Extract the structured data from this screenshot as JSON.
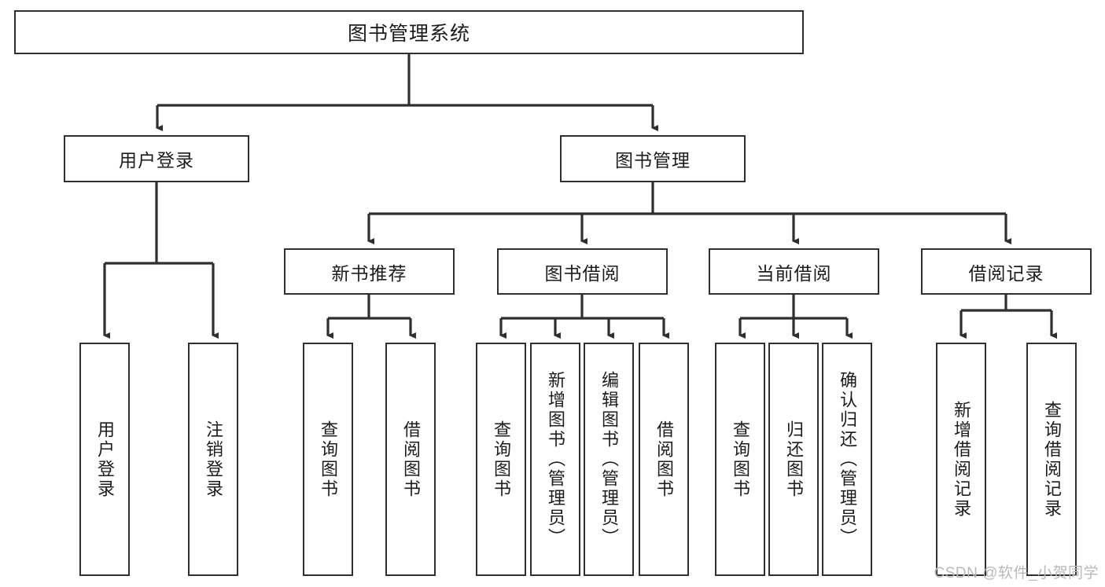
{
  "diagram": {
    "title": "图书管理系统",
    "type": "hierarchy-tree",
    "colors": {
      "stroke": "#2f2f2f",
      "fill": "#ffffff",
      "text": "#1c1c1c",
      "watermark": "#b9b9b9"
    },
    "root": {
      "label": "图书管理系统"
    },
    "level2": [
      {
        "id": "user-login",
        "label": "用户登录"
      },
      {
        "id": "book-management",
        "label": "图书管理"
      }
    ],
    "level3": [
      {
        "id": "new-book-recommend",
        "label": "新书推荐"
      },
      {
        "id": "book-borrow",
        "label": "图书借阅"
      },
      {
        "id": "current-borrow",
        "label": "当前借阅"
      },
      {
        "id": "borrow-record",
        "label": "借阅记录"
      }
    ],
    "leaves": {
      "user-login": [
        {
          "id": "leaf-user-login",
          "label": "用户登录"
        },
        {
          "id": "leaf-logout",
          "label": "注销登录"
        }
      ],
      "new-book-recommend": [
        {
          "id": "leaf-query-book-1",
          "label": "查询图书"
        },
        {
          "id": "leaf-borrow-book-1",
          "label": "借阅图书"
        }
      ],
      "book-borrow": [
        {
          "id": "leaf-query-book-2",
          "label": "查询图书"
        },
        {
          "id": "leaf-add-book",
          "label": "新增图书（管理员）"
        },
        {
          "id": "leaf-edit-book",
          "label": "编辑图书（管理员）"
        },
        {
          "id": "leaf-borrow-book-2",
          "label": "借阅图书"
        }
      ],
      "current-borrow": [
        {
          "id": "leaf-query-book-3",
          "label": "查询图书"
        },
        {
          "id": "leaf-return-book",
          "label": "归还图书"
        },
        {
          "id": "leaf-confirm-return",
          "label": "确认归还（管理员）"
        }
      ],
      "borrow-record": [
        {
          "id": "leaf-add-record",
          "label": "新增借阅记录"
        },
        {
          "id": "leaf-query-record",
          "label": "查询借阅记录"
        }
      ]
    }
  },
  "watermark": {
    "text": "CSDN @软件_小贺同学"
  }
}
